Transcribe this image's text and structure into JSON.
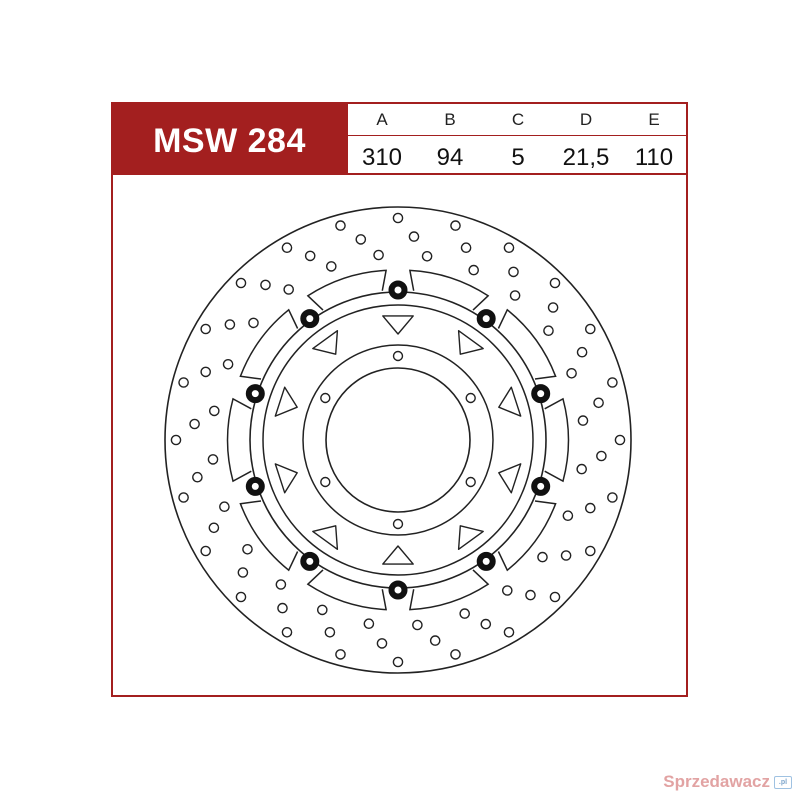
{
  "part": {
    "model": "MSW 284"
  },
  "specs": [
    {
      "letter": "A",
      "value": "310"
    },
    {
      "letter": "B",
      "value": "94"
    },
    {
      "letter": "C",
      "value": "5"
    },
    {
      "letter": "D",
      "value": "21,5"
    },
    {
      "letter": "E",
      "value": "110"
    }
  ],
  "watermark": {
    "text": "Sprzedawacz",
    "badge": ".pl"
  },
  "colors": {
    "accent": "#a31f1f",
    "line": "#222222"
  }
}
